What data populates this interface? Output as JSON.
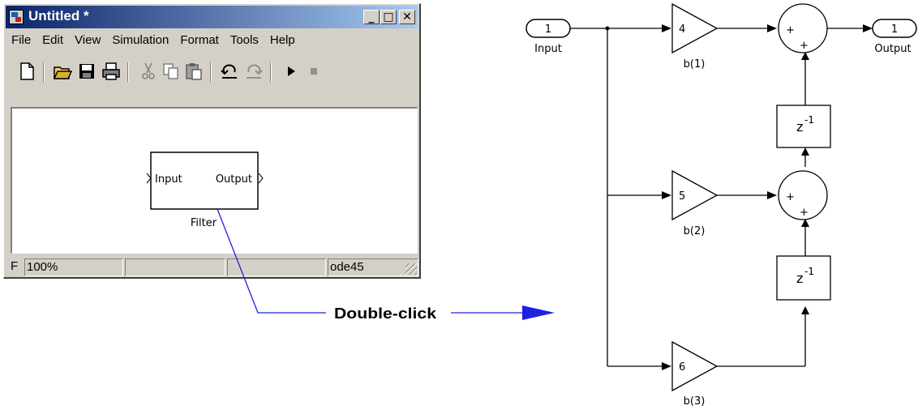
{
  "window": {
    "title": "Untitled *",
    "buttons": {
      "minimize": "_",
      "maximize": "□",
      "close": "✕"
    }
  },
  "menu": [
    "File",
    "Edit",
    "View",
    "Simulation",
    "Format",
    "Tools",
    "Help"
  ],
  "toolbar": {
    "icons": [
      "new-icon",
      "open-icon",
      "save-icon",
      "print-icon",
      "cut-icon",
      "copy-icon",
      "paste-icon",
      "undo-icon",
      "redo-icon",
      "start-simulation-icon",
      "stop-simulation-icon"
    ]
  },
  "model": {
    "block_name": "Filter",
    "input_port": "Input",
    "output_port": "Output"
  },
  "status": {
    "first": "F",
    "zoom": "100%",
    "solver": "ode45"
  },
  "annotation": "Double-click",
  "filter_diagram": {
    "inport_number": "1",
    "inport_label": "Input",
    "outport_number": "1",
    "outport_label": "Output",
    "gains": [
      {
        "value": "4",
        "label": "b(1)"
      },
      {
        "value": "5",
        "label": "b(2)"
      },
      {
        "value": "6",
        "label": "b(3)"
      }
    ],
    "delay": {
      "base": "z",
      "exponent": "-1"
    },
    "sum_sign": "+"
  }
}
